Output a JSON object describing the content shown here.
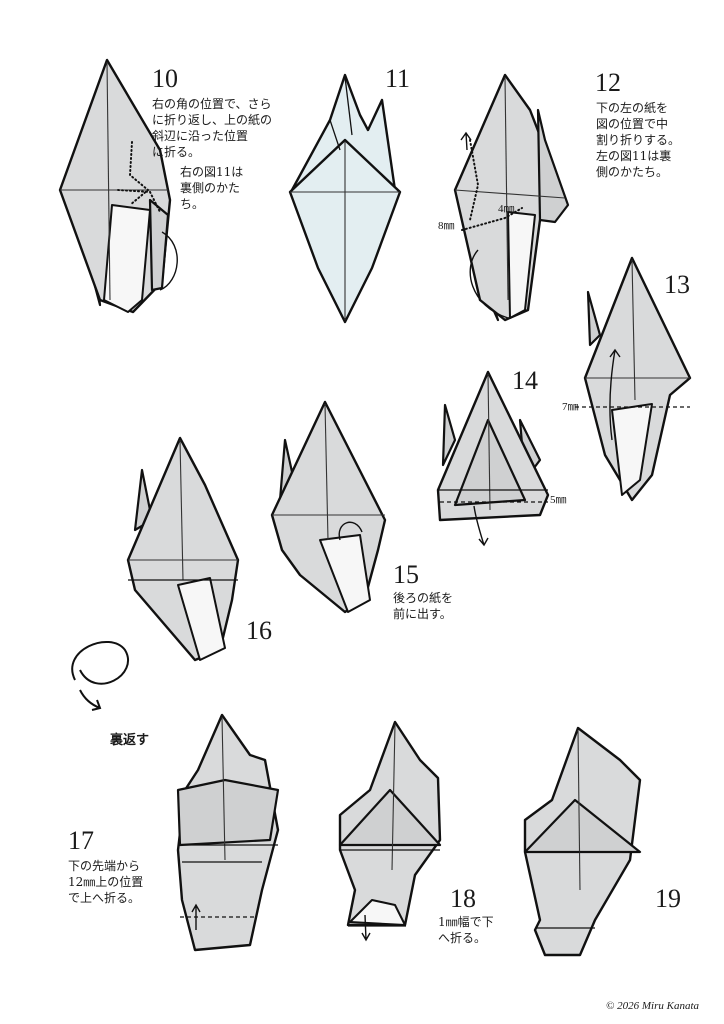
{
  "steps": [
    {
      "number": "10",
      "text": "右の角の位置で、さら\nに折り返し、上の紙の\n斜辺に沿った位置\nに折る。"
    },
    {
      "number": "11"
    },
    {
      "number": "12",
      "text": "下の左の紙を\n図の位置で中\n割り折りする。\n左の図11は裏\n側のかたち。"
    },
    {
      "number": "13"
    },
    {
      "number": "14"
    },
    {
      "number": "15",
      "text": "後ろの紙を\n前に出す。"
    },
    {
      "number": "16"
    },
    {
      "number": "17",
      "text": "下の先端から\n12㎜上の位置\nで上へ折る。"
    },
    {
      "number": "18",
      "text": "1㎜幅で下\nへ折る。"
    },
    {
      "number": "19"
    }
  ],
  "note_step10": "右の図11は\n裏側のかた\nち。",
  "flip_label": "裏返す",
  "measurements": {
    "m12a": "8㎜",
    "m12b": "4㎜",
    "m13": "7㎜",
    "m14": "5㎜"
  },
  "copyright": "© 2026 Miru Kanata",
  "colors": {
    "paper": "#d9dadb",
    "paper_inner": "#e3eef1",
    "line": "#111111"
  }
}
